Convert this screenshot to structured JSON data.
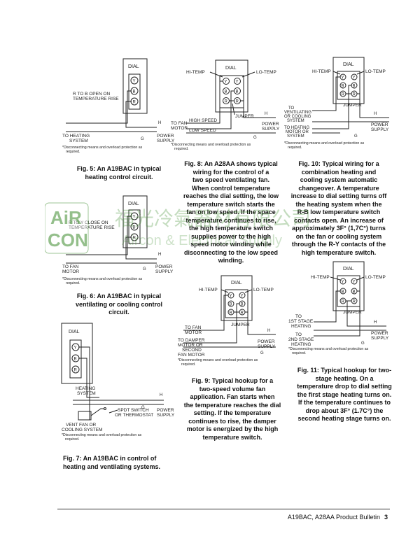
{
  "colors": {
    "ink": "#222222",
    "watermark": "#3c8b2c",
    "watermark_soft": "#9fd28f"
  },
  "watermark": {
    "logo_top": "AiR",
    "logo_bottom": "CON",
    "text_cn": "福光冷氣器材有限公司",
    "text_en": "Aircon & Electrical Supply"
  },
  "common": {
    "dial": "DIAL",
    "y": "Y",
    "b": "B",
    "r": "R",
    "h": "H",
    "g": "G",
    "hi_temp": "HI-TEMP",
    "lo_temp": "LO-TEMP",
    "jumper": "JUMPER",
    "power_supply_1": "POWER",
    "power_supply_2": "SUPPLY",
    "note_1": "*Disconnecting means and overload protection as",
    "note_2": "required."
  },
  "fig5": {
    "label_1": "R TO B OPEN ON",
    "label_2": "TEMPERATURE RISE",
    "to_heating_1": "TO HEATING",
    "to_heating_2": "SYSTEM",
    "power_1": "POWER",
    "power_2": "SUPPLY",
    "caption": [
      "Fig. 5:  An A19BAC in typical",
      "heating control circuit."
    ]
  },
  "fig6": {
    "label_1": "R TO Y CLOSE ON",
    "label_2": "TEMPERATURE RISE",
    "to_fan_1": "TO FAN",
    "to_fan_2": "MOTOR",
    "caption": [
      "Fig. 6:  An A19BAC in typical",
      "ventilating or cooling control",
      "circuit."
    ]
  },
  "fig7": {
    "heating_1": "HEATING",
    "heating_2": "SYSTEM",
    "spdt_1": "SPDT SWITCH",
    "spdt_2": "OR THERMOSTAT",
    "vent_1": "VENT FAN OR",
    "vent_2": "COOLING SYSTEM",
    "caption": [
      "Fig. 7:  An A19BAC in control of",
      "heating and ventilating systems."
    ]
  },
  "fig8": {
    "high_speed": "HIGH SPEED",
    "low_speed": "LOW SPEED",
    "to_fan_1": "TO FAN",
    "to_fan_2": "MOTOR",
    "caption": [
      "Fig. 8:  An A28AA shows typical",
      "wiring for the control of a",
      "two speed ventilating fan.",
      "When control temperature",
      "reaches the dial setting, the low",
      "temperature switch starts the",
      "fan on low speed.  If the space",
      "temperature continues to rise,",
      "the high temperature switch",
      "supplies power to the high",
      "speed motor winding while",
      "disconnecting to the low speed",
      "winding."
    ]
  },
  "fig9": {
    "to_fan_1": "TO FAN",
    "to_fan_2": "MOTOR",
    "damper_1": "TO DAMPER",
    "damper_2": "MOTOR OR",
    "damper_3": "SECOND",
    "damper_4": "FAN MOTOR",
    "caption": [
      "Fig. 9:  Typical hookup for a",
      "two-speed volume fan",
      "application.  Fan starts when",
      "the temperature reaches the dial",
      "setting.  If the temperature",
      "continues to rise, the damper",
      "motor is energized by the high",
      "temperature switch."
    ]
  },
  "fig10": {
    "to_vent_1": "TO",
    "to_vent_2": "VENTILATING",
    "to_vent_3": "OR COOLING",
    "to_vent_4": "SYSTEM",
    "to_heat_1": "TO HEATING",
    "to_heat_2": "MOTOR OR",
    "to_heat_3": "SYSTEM",
    "caption": [
      "Fig. 10:  Typical wiring for a",
      "combination heating and",
      "cooling system automatic",
      "changeover.  A temperature",
      "increase to dial setting turns off",
      "the heating system when the",
      "R-B low temperature switch",
      "contacts open.  An increase of",
      "approximately 3F° (1,7C°) turns",
      "on the fan or cooling system",
      "through the R-Y contacts of the",
      "high temperature switch."
    ]
  },
  "fig11": {
    "first_1": "TO",
    "first_2": "1ST STAGE",
    "first_3": "HEATING",
    "second_1": "TO",
    "second_2": "2ND STAGE",
    "second_3": "HEATING",
    "caption": [
      "Fig. 11:  Typical hookup for two-",
      "stage heating.  On a",
      "temperature drop to dial setting",
      "the first stage heating turns on.",
      "If the temperature continues to",
      "drop about 3F° (1.7C°) the",
      "second heating stage turns on."
    ]
  },
  "footer": {
    "title": "A19BAC, A28AA Product Bulletin",
    "page": "3"
  }
}
